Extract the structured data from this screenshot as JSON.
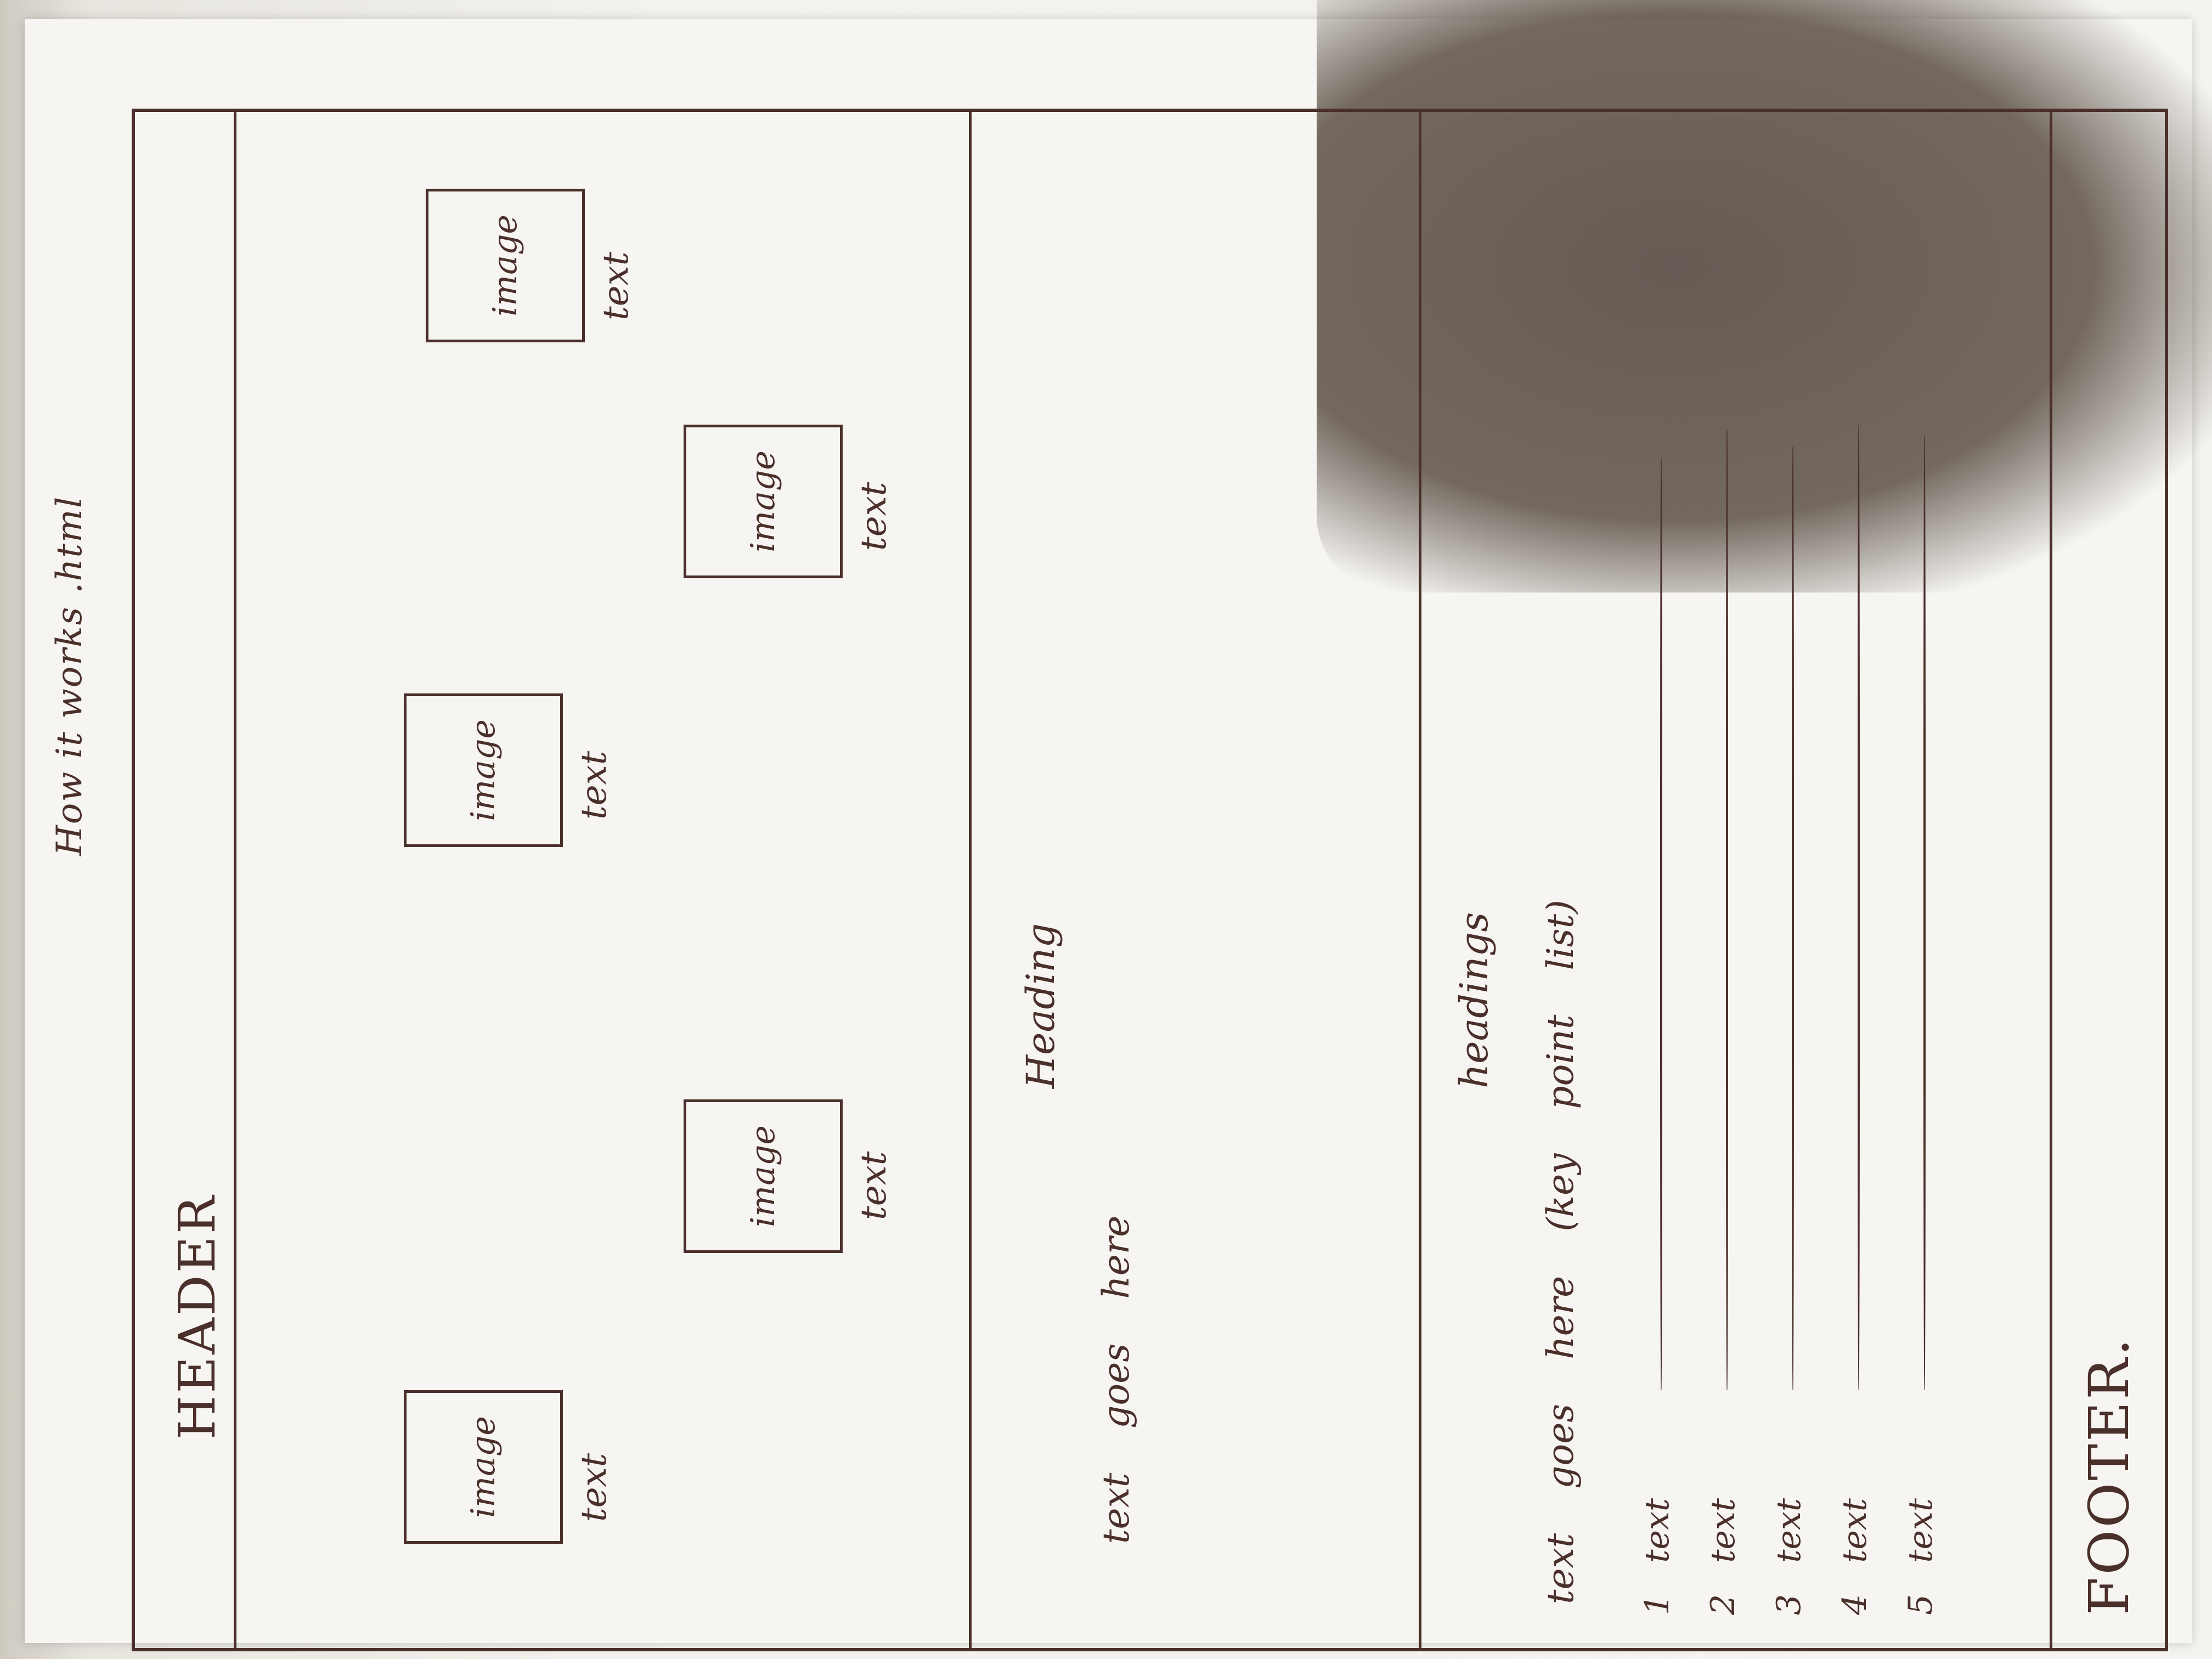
{
  "page": {
    "title": "How it works .html"
  },
  "header": {
    "label": "HEADER"
  },
  "gallery": {
    "items": [
      {
        "image_label": "image",
        "caption": "text"
      },
      {
        "image_label": "image",
        "caption": "text"
      },
      {
        "image_label": "image",
        "caption": "text"
      },
      {
        "image_label": "image",
        "caption": "text"
      },
      {
        "image_label": "image",
        "caption": "text"
      }
    ]
  },
  "intro": {
    "heading": "Heading",
    "body": "text goes here"
  },
  "key_points": {
    "heading": "headings",
    "body": "text goes here (key point list)",
    "items": [
      {
        "number": "1",
        "label": "text"
      },
      {
        "number": "2",
        "label": "text"
      },
      {
        "number": "3",
        "label": "text"
      },
      {
        "number": "4",
        "label": "text"
      },
      {
        "number": "5",
        "label": "text"
      }
    ]
  },
  "footer": {
    "label": "FOOTER."
  }
}
